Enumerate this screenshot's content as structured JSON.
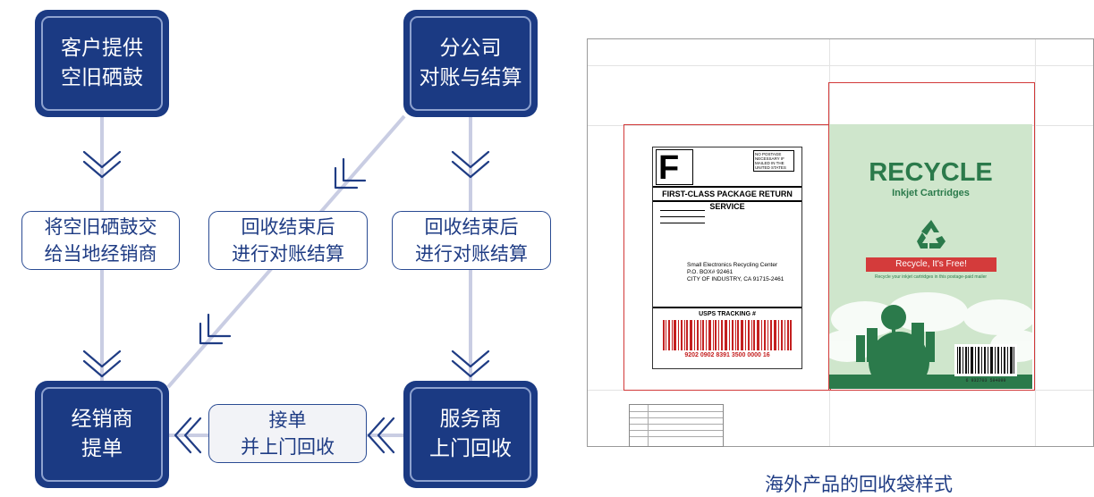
{
  "flow": {
    "customer": "客户提供\n空旧硒鼓",
    "branch": "分公司\n对账与结算",
    "dealer": "经销商\n提单",
    "service": "服务商\n上门回收",
    "step_hand_over": "将空旧硒鼓交\n给当地经销商",
    "step_settle_diag": "回收结束后\n进行对账结算",
    "step_settle_right": "回收结束后\n进行对账结算",
    "step_pickup": "接单\n并上门回收"
  },
  "sample": {
    "caption": "海外产品的回收袋样式",
    "label": {
      "class_letter": "F",
      "postage_note": "NO POSTAGE\nNECESSARY IF\nMAILED IN THE\nUNITED STATES",
      "service": "FIRST-CLASS PACKAGE RETURN SERVICE",
      "address": "Small Electronics Recycling Center\nP.O. BOX# 92461\nCITY OF INDUSTRY, CA 91715-2461",
      "tracking_title": "USPS TRACKING #",
      "tracking_number": "9202 0902 8391 3500 0000 16"
    },
    "bag": {
      "title": "RECYCLE",
      "subtitle": "Inkjet Cartridges",
      "banner": "Recycle, It's Free!",
      "note": "Recycle your inkjet cartridges in this postage-paid mailer",
      "barcode_number": "6 932703 594099"
    }
  },
  "colors": {
    "node_fill": "#1b3a83",
    "connector": "#c9cde3",
    "chevron": "#1f3c84",
    "green_panel": "#cfe6cc",
    "green_text": "#2b7a4b",
    "red": "#d23a3a"
  }
}
